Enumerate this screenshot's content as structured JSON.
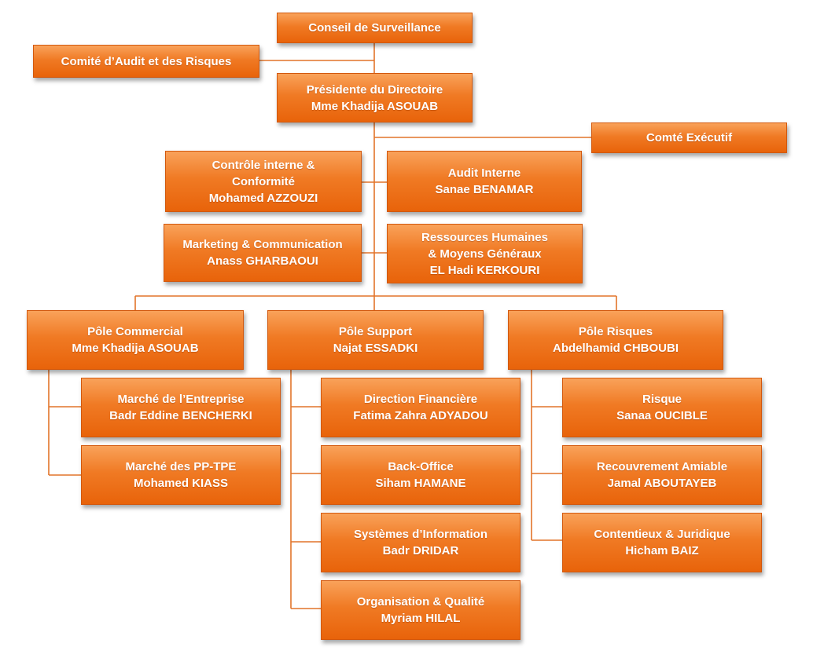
{
  "org_chart": {
    "conseil": {
      "line1": "Conseil de Surveillance"
    },
    "comite_audit": {
      "line1": "Comité d’Audit et des  Risques"
    },
    "presidente": {
      "line1": "Présidente du Directoire",
      "line2": "Mme Khadija ASOUAB"
    },
    "comite_executif": {
      "line1": "Comté Exécutif"
    },
    "controle_interne": {
      "line1": "Contrôle interne &",
      "line2": "Conformité",
      "line3": "Mohamed AZZOUZI"
    },
    "audit_interne": {
      "line1": "Audit Interne",
      "line2": "Sanae BENAMAR"
    },
    "marketing": {
      "line1": "Marketing & Communication",
      "line2": "Anass GHARBAOUI"
    },
    "rh": {
      "line1": "Ressources Humaines",
      "line2": "& Moyens Généraux",
      "line3": "EL Hadi KERKOURI"
    },
    "pole_commercial": {
      "line1": "Pôle Commercial",
      "line2": "Mme Khadija ASOUAB"
    },
    "pole_support": {
      "line1": "Pôle Support",
      "line2": "Najat ESSADKI"
    },
    "pole_risques": {
      "line1": "Pôle Risques",
      "line2": "Abdelhamid CHBOUBI"
    },
    "marche_entreprise": {
      "line1": "Marché de l’Entreprise",
      "line2": "Badr Eddine BENCHERKI"
    },
    "marche_pp": {
      "line1": "Marché des PP-TPE",
      "line2": "Mohamed KIASS"
    },
    "direction_financiere": {
      "line1": "Direction Financière",
      "line2": "Fatima Zahra ADYADOU"
    },
    "back_office": {
      "line1": "Back-Office",
      "line2": "Siham HAMANE"
    },
    "systemes_info": {
      "line1": "Systèmes d’Information",
      "line2": "Badr DRIDAR"
    },
    "organisation": {
      "line1": "Organisation & Qualité",
      "line2": "Myriam HILAL"
    },
    "risque": {
      "line1": "Risque",
      "line2": "Sanaa OUCIBLE"
    },
    "recouvrement": {
      "line1": "Recouvrement Amiable",
      "line2": "Jamal ABOUTAYEB"
    },
    "contentieux": {
      "line1": "Contentieux & Juridique",
      "line2": "Hicham BAIZ"
    }
  },
  "colors": {
    "box_top": "#f9a25a",
    "box_bottom": "#e8630a",
    "connector": "#e2742a"
  }
}
